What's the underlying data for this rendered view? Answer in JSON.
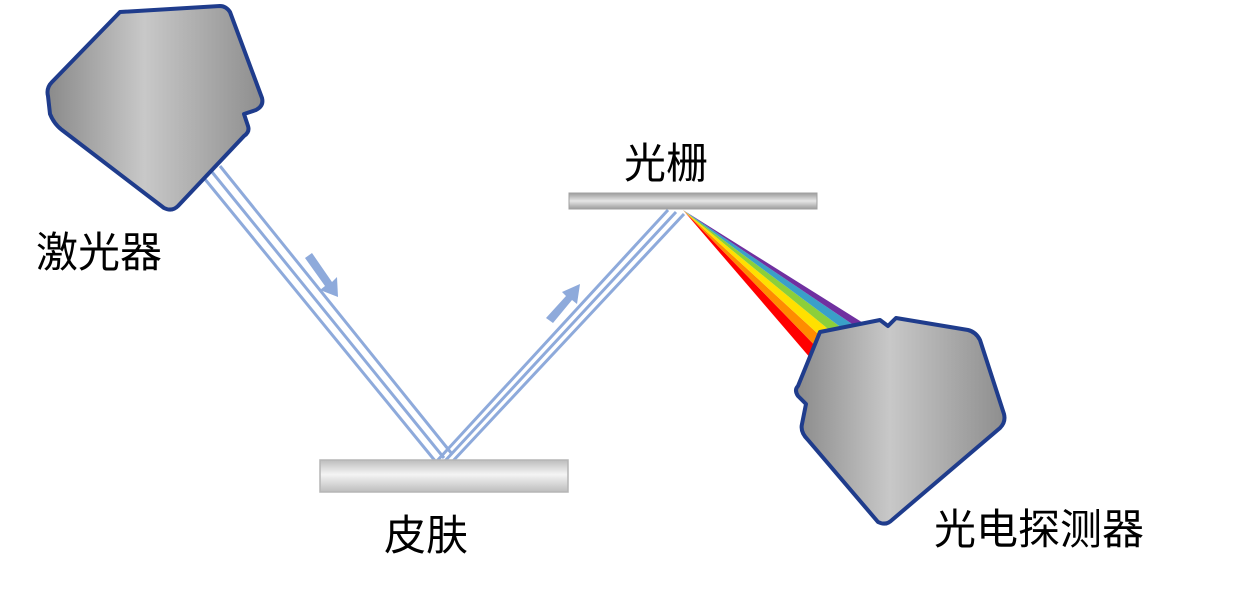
{
  "labels": {
    "laser": "激光器",
    "grating": "光栅",
    "skin": "皮肤",
    "detector": "光电探测器"
  },
  "colors": {
    "device_fill": "#a9a9a9",
    "device_outline": "#1f3c8c",
    "beam": "#8eaadb",
    "surface_fill": "#d3d3d3",
    "grating_fill": "#b0b0b0"
  },
  "spectrum_colors": [
    "#ff0000",
    "#ff8c00",
    "#ffff00",
    "#7cc242",
    "#00b050",
    "#4f81bd",
    "#7030a0"
  ]
}
